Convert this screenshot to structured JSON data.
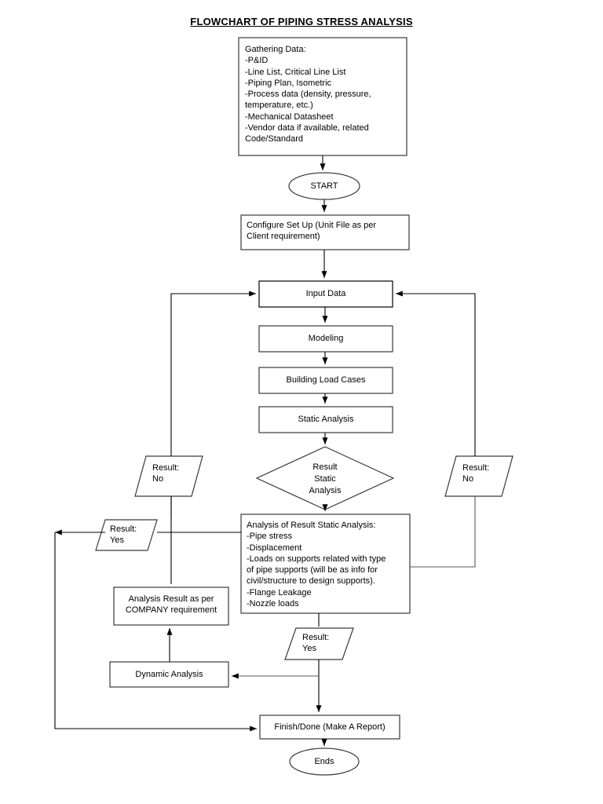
{
  "document": {
    "title": "FLOWCHART OF PIPING STRESS ANALYSIS"
  },
  "chart_data": {
    "type": "diagram",
    "diagram_kind": "flowchart",
    "title": "FLOWCHART OF PIPING STRESS ANALYSIS",
    "nodes": [
      {
        "id": "gathering",
        "shape": "process",
        "text": "Gathering Data:\n-P&ID\n-Line List, Critical Line List\n-Piping Plan, Isometric\n-Process data (density, pressure,\ntemperature, etc.)\n-Mechanical Datasheet\n-Vendor data if available, related\nCode/Standard"
      },
      {
        "id": "start",
        "shape": "terminator",
        "text": "START"
      },
      {
        "id": "configure",
        "shape": "process",
        "text": "Configure Set Up (Unit File as per\nClient requirement)"
      },
      {
        "id": "input_data",
        "shape": "process",
        "text": "Input Data"
      },
      {
        "id": "modeling",
        "shape": "process",
        "text": "Modeling"
      },
      {
        "id": "building_load_cases",
        "shape": "process",
        "text": "Building Load Cases"
      },
      {
        "id": "static_analysis",
        "shape": "process",
        "text": "Static Analysis"
      },
      {
        "id": "result_static_analysis",
        "shape": "decision",
        "text": "Result\nStatic\nAnalysis"
      },
      {
        "id": "result_no_left",
        "shape": "data",
        "text": "Result:\nNo"
      },
      {
        "id": "result_no_right",
        "shape": "data",
        "text": "Result:\nNo"
      },
      {
        "id": "result_yes_left",
        "shape": "data",
        "text": "Result:\nYes"
      },
      {
        "id": "analysis_of_result",
        "shape": "process",
        "text": "Analysis of Result Static Analysis:\n-Pipe stress\n-Displacement\n-Loads on supports related with type\nof pipe supports (will be as info for\ncivil/structure to design supports).\n-Flange Leakage\n-Nozzle loads"
      },
      {
        "id": "analysis_result_company",
        "shape": "process",
        "text": "Analysis Result as per\nCOMPANY requirement"
      },
      {
        "id": "result_yes_bottom",
        "shape": "data",
        "text": "Result:\nYes"
      },
      {
        "id": "dynamic_analysis",
        "shape": "process",
        "text": "Dynamic Analysis"
      },
      {
        "id": "finish_done",
        "shape": "process",
        "text": "Finish/Done (Make A Report)"
      },
      {
        "id": "ends",
        "shape": "terminator",
        "text": "Ends"
      }
    ],
    "edges": [
      {
        "from": "gathering",
        "to": "start"
      },
      {
        "from": "start",
        "to": "configure"
      },
      {
        "from": "configure",
        "to": "input_data"
      },
      {
        "from": "input_data",
        "to": "modeling"
      },
      {
        "from": "modeling",
        "to": "building_load_cases"
      },
      {
        "from": "building_load_cases",
        "to": "static_analysis"
      },
      {
        "from": "static_analysis",
        "to": "result_static_analysis"
      },
      {
        "from": "result_static_analysis",
        "to": "result_no_left",
        "label": "Result: No"
      },
      {
        "from": "result_no_left",
        "to": "input_data",
        "label": "Result: No"
      },
      {
        "from": "result_static_analysis",
        "to": "analysis_of_result"
      },
      {
        "from": "analysis_of_result",
        "to": "result_no_right",
        "label": "Result: No"
      },
      {
        "from": "result_no_right",
        "to": "input_data",
        "label": "Result: No"
      },
      {
        "from": "analysis_of_result",
        "to": "result_yes_left",
        "label": "Result: Yes"
      },
      {
        "from": "result_yes_left",
        "to": "finish_done"
      },
      {
        "from": "analysis_of_result",
        "to": "analysis_result_company"
      },
      {
        "from": "analysis_of_result",
        "to": "result_yes_bottom",
        "label": "Result: Yes"
      },
      {
        "from": "result_yes_bottom",
        "to": "dynamic_analysis"
      },
      {
        "from": "result_yes_bottom",
        "to": "finish_done"
      },
      {
        "from": "dynamic_analysis",
        "to": "analysis_result_company"
      },
      {
        "from": "finish_done",
        "to": "ends"
      }
    ]
  },
  "labels": {
    "gathering": "Gathering Data:\n-P&ID\n-Line List, Critical Line List\n-Piping Plan, Isometric\n-Process data (density, pressure,\ntemperature, etc.)\n-Mechanical Datasheet\n-Vendor data if available, related\nCode/Standard",
    "start": "START",
    "configure": "Configure Set Up (Unit File as per\nClient requirement)",
    "input_data": "Input Data",
    "modeling": "Modeling",
    "building_load_cases": "Building Load Cases",
    "static_analysis": "Static Analysis",
    "decision_line1": "Result",
    "decision_line2": "Static",
    "decision_line3": "Analysis",
    "result_no_left": "Result:\nNo",
    "result_no_right": "Result:\nNo",
    "result_yes_left": "Result:\nYes",
    "analysis_of_result": "Analysis of Result Static Analysis:\n-Pipe stress\n-Displacement\n-Loads on supports related with type\nof pipe supports (will be as info for\ncivil/structure to design supports).\n-Flange Leakage\n-Nozzle loads",
    "analysis_result_company": "Analysis Result as per\nCOMPANY requirement",
    "result_yes_bottom": "Result:\nYes",
    "dynamic_analysis": "Dynamic Analysis",
    "finish_done": "Finish/Done (Make A Report)",
    "ends": "Ends"
  },
  "colors": {
    "background": "#ffffff",
    "shape_stroke": "#3a3a3a",
    "connector": "#000000",
    "text": "#000000"
  }
}
